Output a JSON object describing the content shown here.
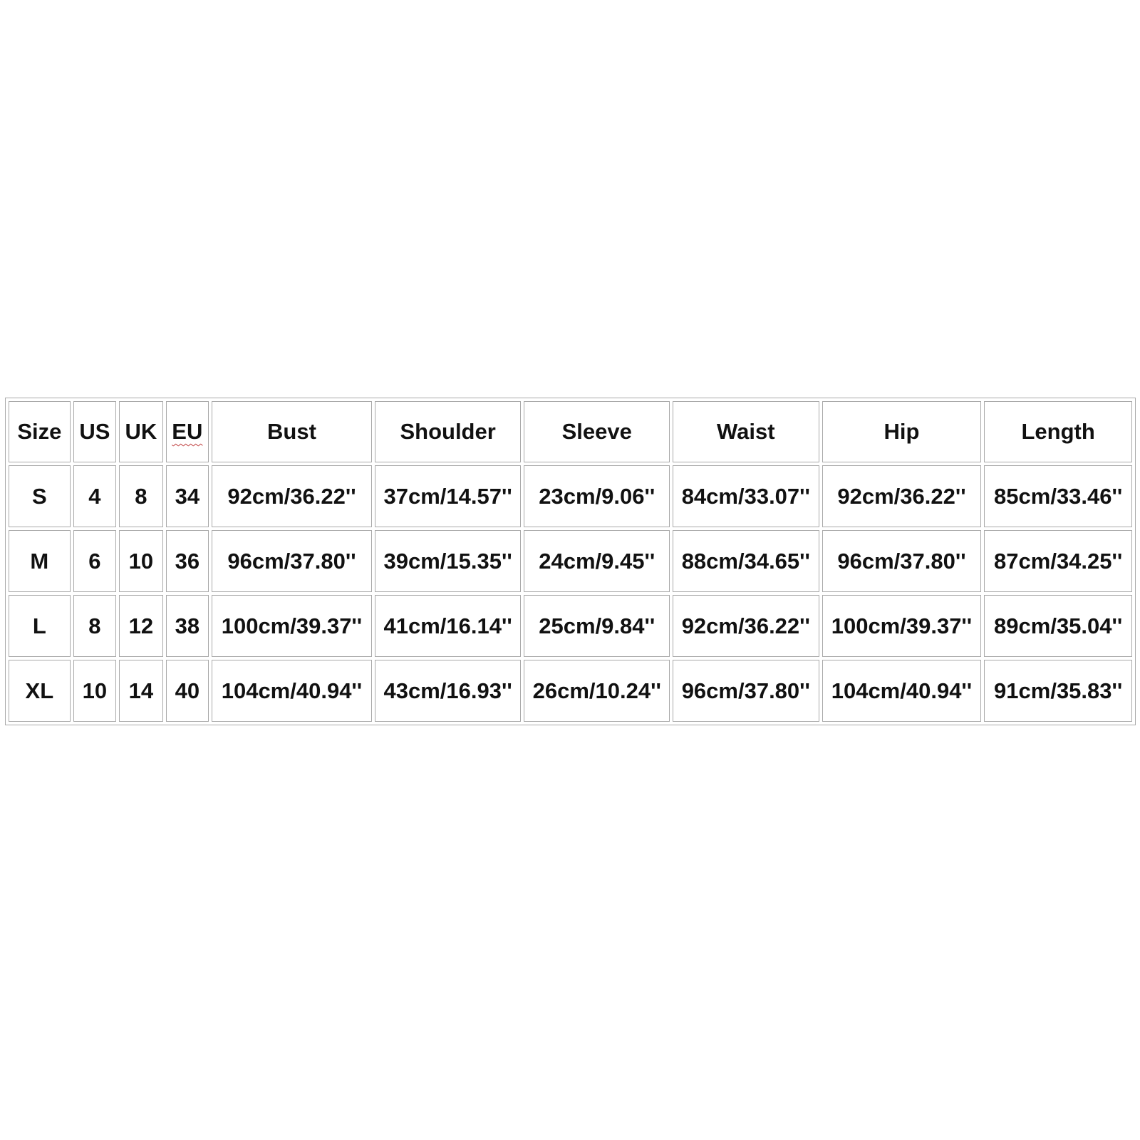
{
  "table": {
    "headers": [
      "Size",
      "US",
      "UK",
      "EU",
      "Bust",
      "Shoulder",
      "Sleeve",
      "Waist",
      "Hip",
      "Length"
    ],
    "rows": [
      [
        "S",
        "4",
        "8",
        "34",
        "92cm/36.22''",
        "37cm/14.57''",
        "23cm/9.06''",
        "84cm/33.07''",
        "92cm/36.22''",
        "85cm/33.46''"
      ],
      [
        "M",
        "6",
        "10",
        "36",
        "96cm/37.80''",
        "39cm/15.35''",
        "24cm/9.45''",
        "88cm/34.65''",
        "96cm/37.80''",
        "87cm/34.25''"
      ],
      [
        "L",
        "8",
        "12",
        "38",
        "100cm/39.37''",
        "41cm/16.14''",
        "25cm/9.84''",
        "92cm/36.22''",
        "100cm/39.37''",
        "89cm/35.04''"
      ],
      [
        "XL",
        "10",
        "14",
        "40",
        "104cm/40.94''",
        "43cm/16.93''",
        "26cm/10.24''",
        "96cm/37.80''",
        "104cm/40.94''",
        "91cm/35.83''"
      ]
    ]
  },
  "colors": {
    "border": "#a9a9a9",
    "text": "#111111",
    "background": "#ffffff"
  }
}
